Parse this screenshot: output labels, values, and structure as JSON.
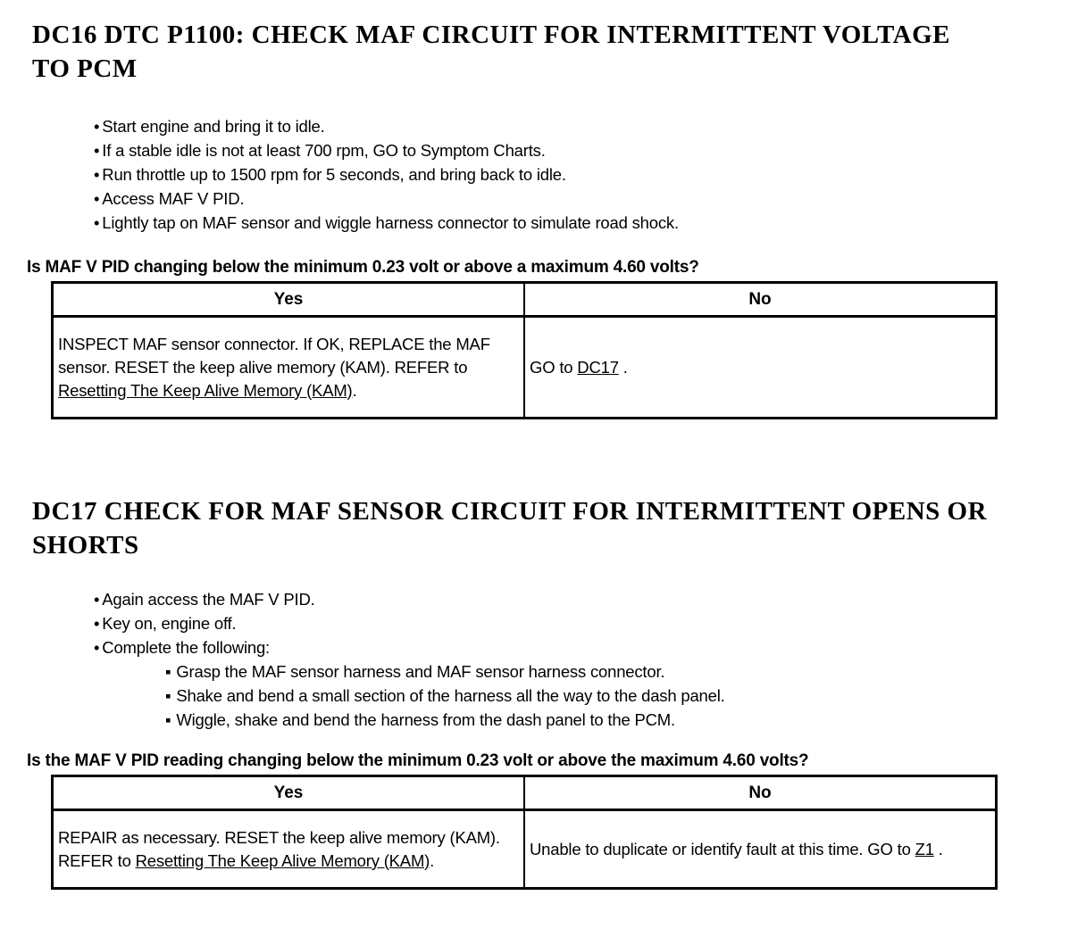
{
  "colors": {
    "text": "#000000",
    "background": "#ffffff",
    "link": "#000000",
    "table_border": "#000000"
  },
  "sections": [
    {
      "id": "dc16",
      "heading": "DC16 DTC P1100: CHECK MAF CIRCUIT FOR INTERMITTENT VOLTAGE\nTO PCM",
      "bullets": [
        "Start engine and bring it to idle.",
        "If a stable idle is not at least 700 rpm, GO to Symptom Charts.",
        "Run throttle up to 1500 rpm for 5 seconds, and bring back to idle.",
        "Access MAF V PID.",
        "Lightly tap on MAF sensor and wiggle harness connector to simulate road shock."
      ],
      "question": "Is MAF V PID changing below the minimum 0.23 volt or above a maximum 4.60 volts?",
      "table": {
        "headers": [
          "Yes",
          "No"
        ],
        "yes_pre": "INSPECT MAF sensor connector. If OK, REPLACE the MAF sensor. RESET the keep alive memory (KAM). REFER to ",
        "yes_link": "Resetting The Keep Alive Memory (KAM)",
        "yes_suffix": ".",
        "no_pre": "GO to ",
        "no_link": "DC17",
        "no_suffix": " ."
      }
    },
    {
      "id": "dc17",
      "heading": "DC17 CHECK FOR MAF SENSOR CIRCUIT FOR INTERMITTENT OPENS OR\nSHORTS",
      "bullets": [
        "Again access the MAF V PID.",
        "Key on, engine off.",
        "Complete the following:"
      ],
      "sub_bullets": [
        "Grasp the MAF sensor harness and MAF sensor harness connector.",
        "Shake and bend a small section of the harness all the way to the dash panel.",
        "Wiggle, shake and bend the harness from the dash panel to the PCM."
      ],
      "question": "Is the MAF V PID reading changing below the minimum 0.23 volt or above the maximum 4.60 volts?",
      "table": {
        "headers": [
          "Yes",
          "No"
        ],
        "yes_pre": "REPAIR as necessary. RESET the keep alive memory (KAM). REFER to ",
        "yes_link": "Resetting The Keep Alive Memory (KAM)",
        "yes_suffix": ".",
        "no_pre": "Unable to duplicate or identify fault at this time. GO to ",
        "no_link": "Z1",
        "no_suffix": " ."
      }
    }
  ]
}
